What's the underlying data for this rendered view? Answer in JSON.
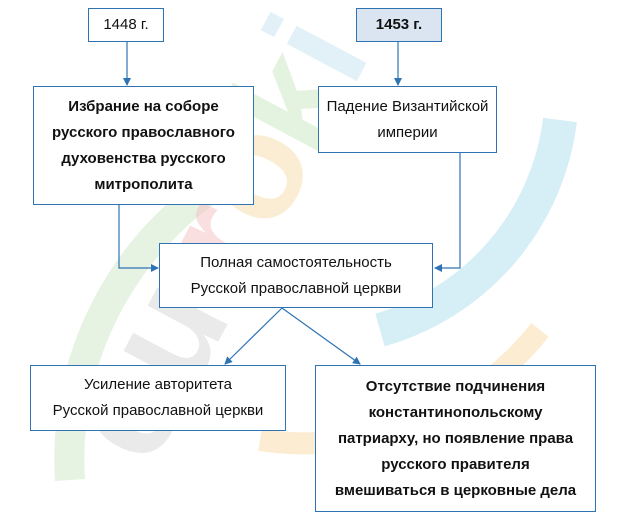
{
  "watermark": {
    "text": "eurokl",
    "colors": [
      "#c9c9c9",
      "#f2b8b8",
      "#c7e6f0",
      "#f7e1b0",
      "#c9e8c4"
    ]
  },
  "diagram": {
    "year_1448": "1448 г.",
    "year_1453": "1453 г.",
    "election": "Избрание на соборе\nрусского православного\nдуховенства русского\nмитрополита",
    "byzantium_fall": "Падение Византийской\nимперии",
    "independence": "Полная самостоятельность\nРусской православной церкви",
    "authority": "Усиление авторитета\nРусской православной церкви",
    "no_subordination": "Отсутствие подчинения\nконстантинопольскому\nпатриарху, но появление права\nрусского правителя\nвмешиваться в церковные дела"
  },
  "colors": {
    "border": "#2e74b5",
    "arrow": "#2e74b5",
    "shade": "#dbe5f1"
  }
}
